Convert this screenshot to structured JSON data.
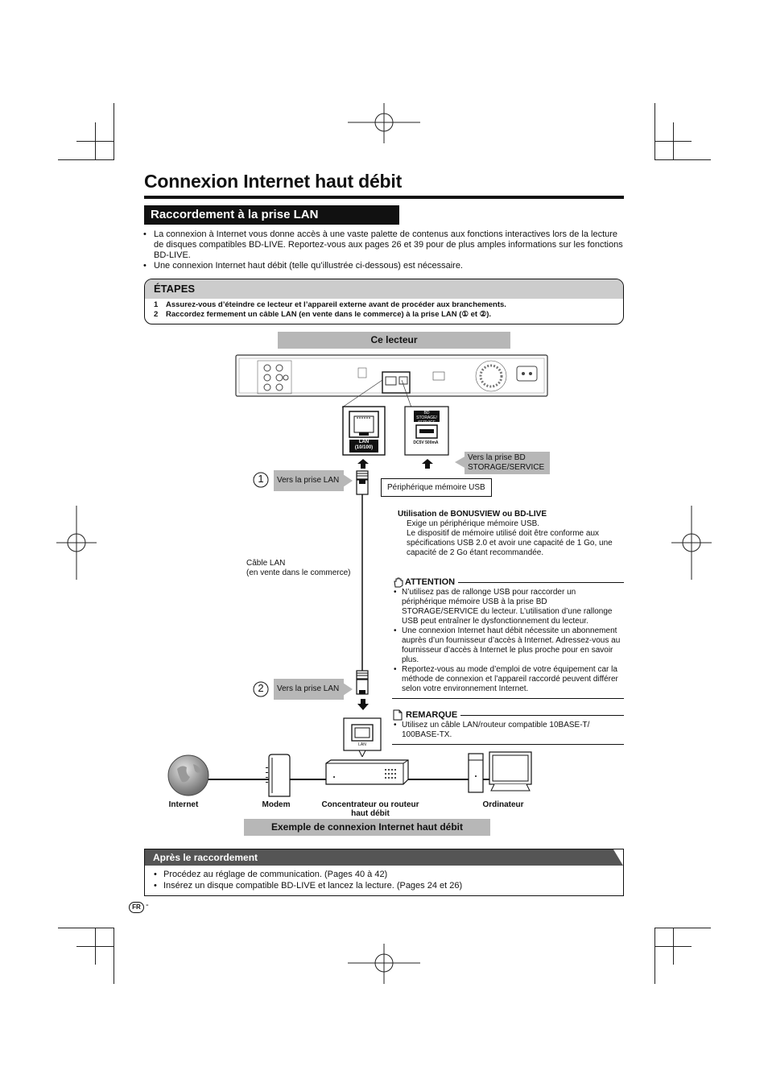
{
  "page": {
    "title": "Connexion Internet haut débit",
    "section_title": "Raccordement à la prise LAN",
    "intro": [
      "La connexion à Internet vous donne accès à une vaste palette de contenus aux fonctions interactives lors de la lecture de disques compatibles BD-LIVE. Reportez-vous aux pages 26 et 39 pour de plus amples informations sur les fonctions BD-LIVE.",
      "Une connexion Internet haut débit (telle qu’illustrée ci-dessous) est nécessaire."
    ]
  },
  "steps": {
    "heading": "ÉTAPES",
    "items": [
      {
        "num": "1",
        "text": "Assurez-vous d’éteindre ce lecteur et l’appareil externe avant de procéder aux branchements."
      },
      {
        "num": "2",
        "text": "Raccordez fermement un câble LAN (en vente dans le commerce) à la prise LAN (① et ②)."
      }
    ]
  },
  "diagram": {
    "player_label": "Ce lecteur",
    "lan_port_label_1": "LAN",
    "lan_port_label_2": "(10/100)",
    "bd_storage_label_1": "BD STORAGE/",
    "bd_storage_label_2": "SERVICE",
    "bd_storage_power": "DC5V 500mA",
    "circle1": "1",
    "circle2": "2",
    "to_lan_1": "Vers la prise LAN",
    "to_lan_2": "Vers la prise LAN",
    "to_bd_storage": "Vers la prise BD STORAGE/SERVICE",
    "usb_device": "Périphérique mémoire USB",
    "lan_cable_1": "Câble LAN",
    "lan_cable_2": "(en vente dans le commerce)",
    "router_lan": "LAN",
    "caption_internet": "Internet",
    "caption_modem": "Modem",
    "caption_router": "Concentrateur ou routeur haut débit",
    "caption_computer": "Ordinateur",
    "example_label": "Exemple de connexion Internet haut débit"
  },
  "usage": {
    "title": "Utilisation de BONUSVIEW ou BD-LIVE",
    "lines": [
      "Exige un périphérique mémoire USB.",
      "Le dispositif de mémoire utilisé doit être conforme aux spécifications USB 2.0 et avoir une capacité de 1 Go, une capacité de 2 Go étant recommandée."
    ]
  },
  "attention": {
    "title": "ATTENTION",
    "items": [
      "N’utilisez pas de rallonge USB pour raccorder un périphérique mémoire USB à la prise BD STORAGE/SERVICE du lecteur. L’utilisation d’une rallonge USB peut entraîner le dysfonctionnement du lecteur.",
      "Une connexion Internet haut débit nécessite un abonnement auprès d’un fournisseur d’accès à Internet. Adressez-vous au fournisseur d’accès à Internet le plus proche pour en savoir plus.",
      "Reportez-vous au mode d’emploi de votre équipement car la méthode de connexion et l’appareil raccordé peuvent différer selon votre environnement Internet."
    ]
  },
  "remarque": {
    "title": "REMARQUE",
    "items": [
      "Utilisez un câble LAN/routeur compatible 10BASE-T/ 100BASE-TX."
    ]
  },
  "after": {
    "heading": "Après le raccordement",
    "items": [
      "Procédez au réglage de communication. (Pages 40 à 42)",
      "Insérez un disque compatible BD-LIVE et lancez la lecture. (Pages 24 et 26)"
    ]
  },
  "footer": {
    "lang": "FR",
    "page_suffix": "-"
  }
}
